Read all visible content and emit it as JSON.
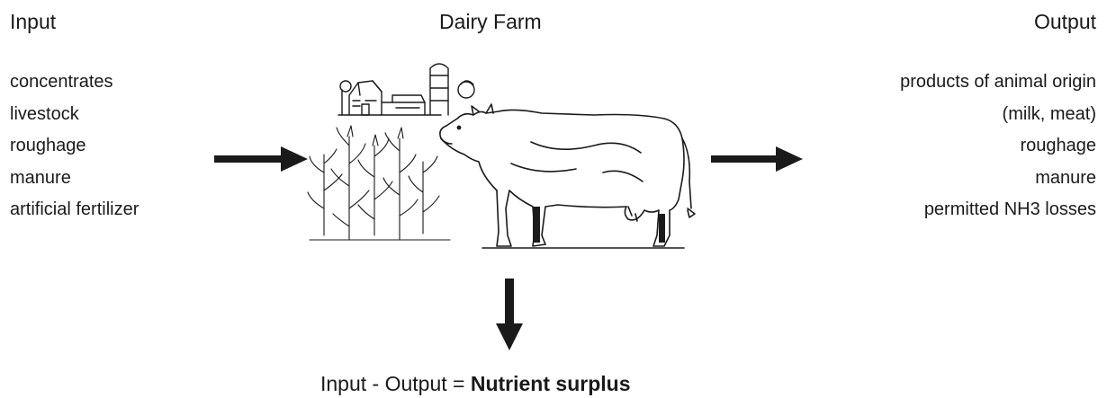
{
  "headings": {
    "input": "Input",
    "farm": "Dairy Farm",
    "output": "Output"
  },
  "input_items": [
    "concentrates",
    "livestock",
    "roughage",
    "manure",
    "artificial fertilizer"
  ],
  "output_items": [
    "products of animal origin",
    "(milk, meat)",
    "roughage",
    "manure",
    "permitted NH3 losses"
  ],
  "formula": {
    "prefix": "Input - Output = ",
    "result": "Nutrient surplus"
  },
  "illustration": {
    "subject": "dairy-farm-illustration",
    "elements": [
      "farm-buildings",
      "silo",
      "corn-plants",
      "cow"
    ]
  },
  "colors": {
    "ink": "#1a1a1a",
    "background": "#ffffff"
  }
}
